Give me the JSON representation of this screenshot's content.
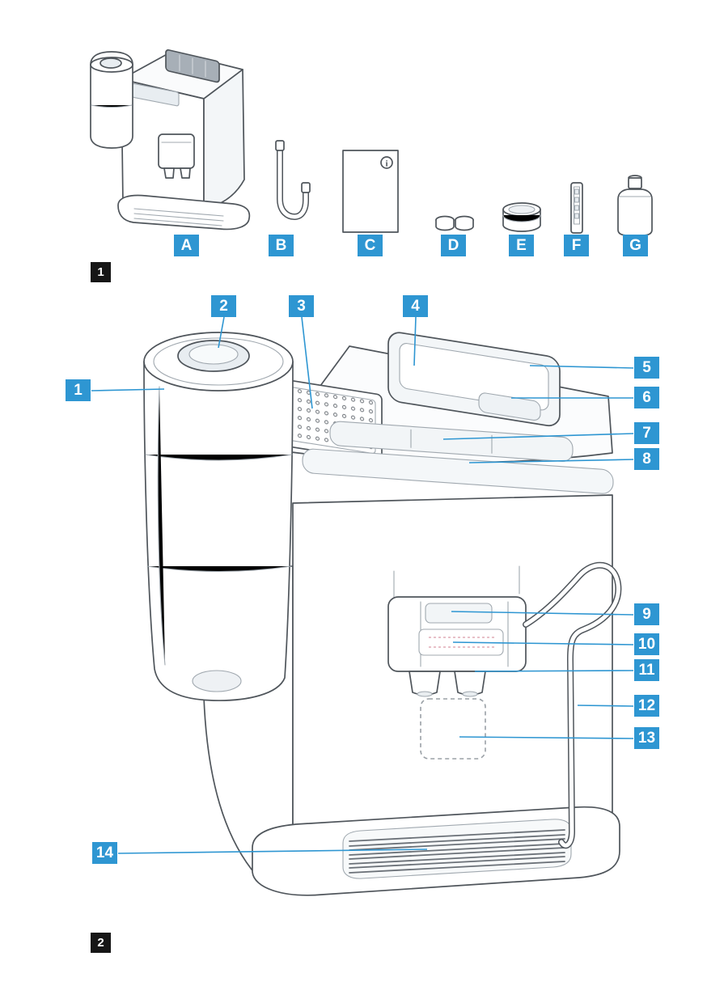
{
  "colors": {
    "callout_bg": "#2e96d2",
    "callout_text": "#ffffff",
    "figure_badge_bg": "#161616",
    "figure_badge_text": "#ffffff",
    "leader_line": "#2e96d2",
    "artwork_line": "#4f555b"
  },
  "figure1": {
    "badge": "1",
    "labels": [
      "A",
      "B",
      "C",
      "D",
      "E",
      "F",
      "G"
    ]
  },
  "figure2": {
    "badge": "2",
    "labels": [
      "1",
      "2",
      "3",
      "4",
      "5",
      "6",
      "7",
      "8",
      "9",
      "10",
      "11",
      "12",
      "13",
      "14"
    ]
  }
}
